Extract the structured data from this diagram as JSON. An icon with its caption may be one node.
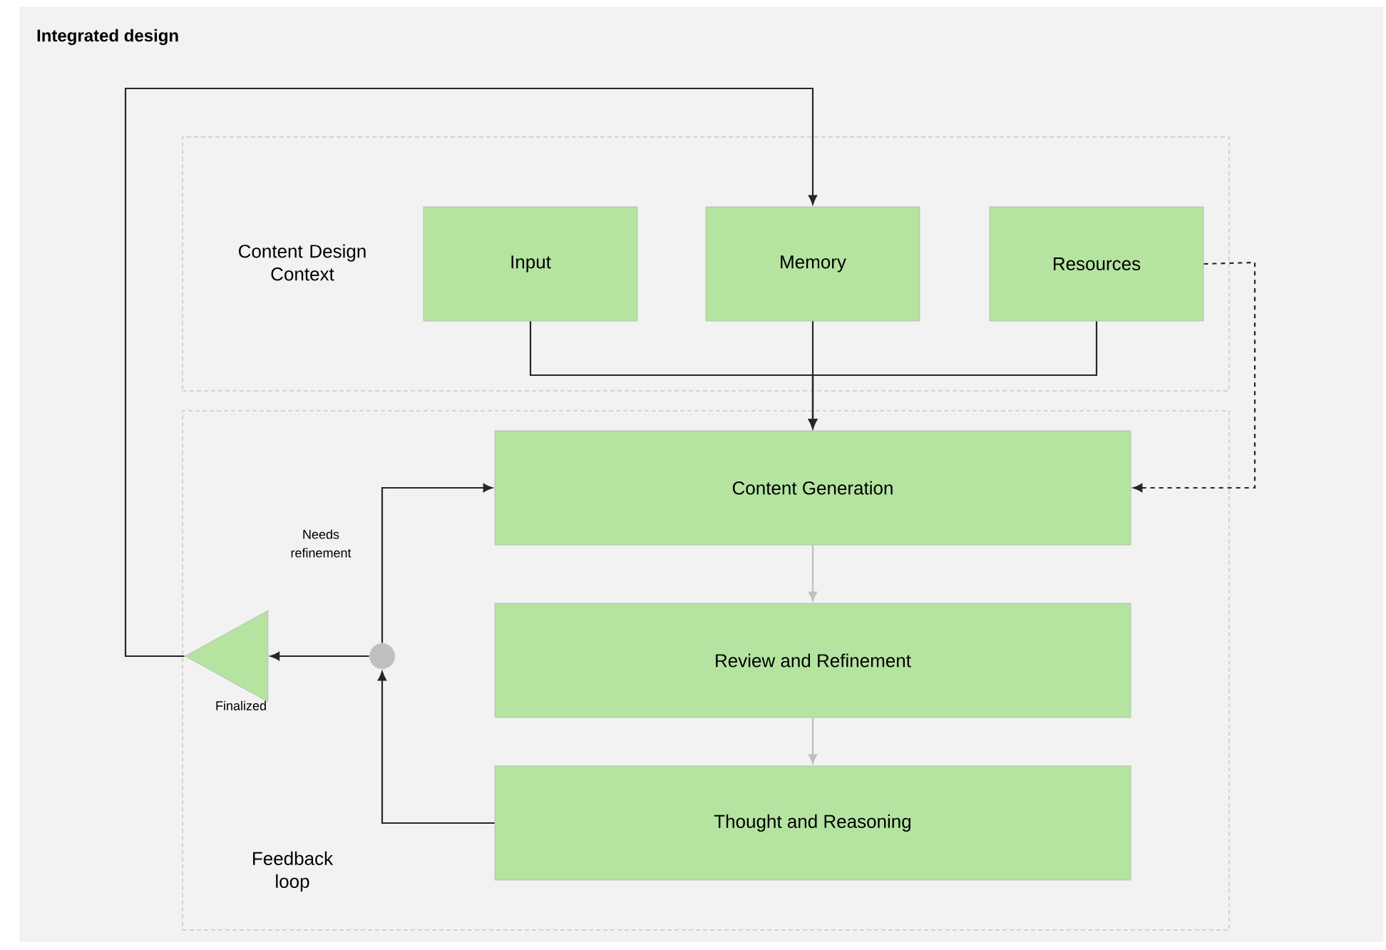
{
  "diagram": {
    "title": "Integrated design",
    "nodes": [
      {
        "text": [
          "Content Design Context"
        ]
      },
      {
        "text": [
          "Input"
        ],
        "in": 0
      },
      {
        "text": [
          "Memory"
        ],
        "in": 0
      },
      {
        "text": [
          "Resources"
        ],
        "in": 0
      },
      {
        "text": [
          "Feedback loop"
        ]
      },
      {
        "text": [
          "Content Generation"
        ],
        "in": 4
      },
      {
        "text": [
          "Review and Refinement"
        ],
        "in": 4
      },
      {
        "text": [
          "Thought and Reasoning"
        ],
        "in": 4
      },
      {
        "text": [],
        "shape": "circle",
        "in": 4
      },
      {
        "text": [],
        "shape": "triangle",
        "in": 4,
        "beside": [
          "Finalized"
        ]
      }
    ],
    "edges": [
      {
        "from": 1,
        "to": 5,
        "arrow": "to"
      },
      {
        "from": 2,
        "to": 5,
        "arrow": "to"
      },
      {
        "from": 3,
        "to": 5,
        "arrow": "to"
      },
      {
        "from": 3,
        "to": 5,
        "arrow": "to",
        "style": "dashed"
      },
      {
        "from": 5,
        "to": 6,
        "arrow": "to",
        "color": "#bfbfbf"
      },
      {
        "from": 6,
        "to": 7,
        "arrow": "to",
        "color": "#bfbfbf"
      },
      {
        "from": 7,
        "to": 8,
        "arrow": "to"
      },
      {
        "from": 8,
        "to": 5,
        "arrow": "to",
        "label": "Needs refinement"
      },
      {
        "from": 8,
        "to": 9,
        "arrow": "to"
      },
      {
        "from": 9,
        "to": 2,
        "arrow": "to"
      }
    ]
  }
}
